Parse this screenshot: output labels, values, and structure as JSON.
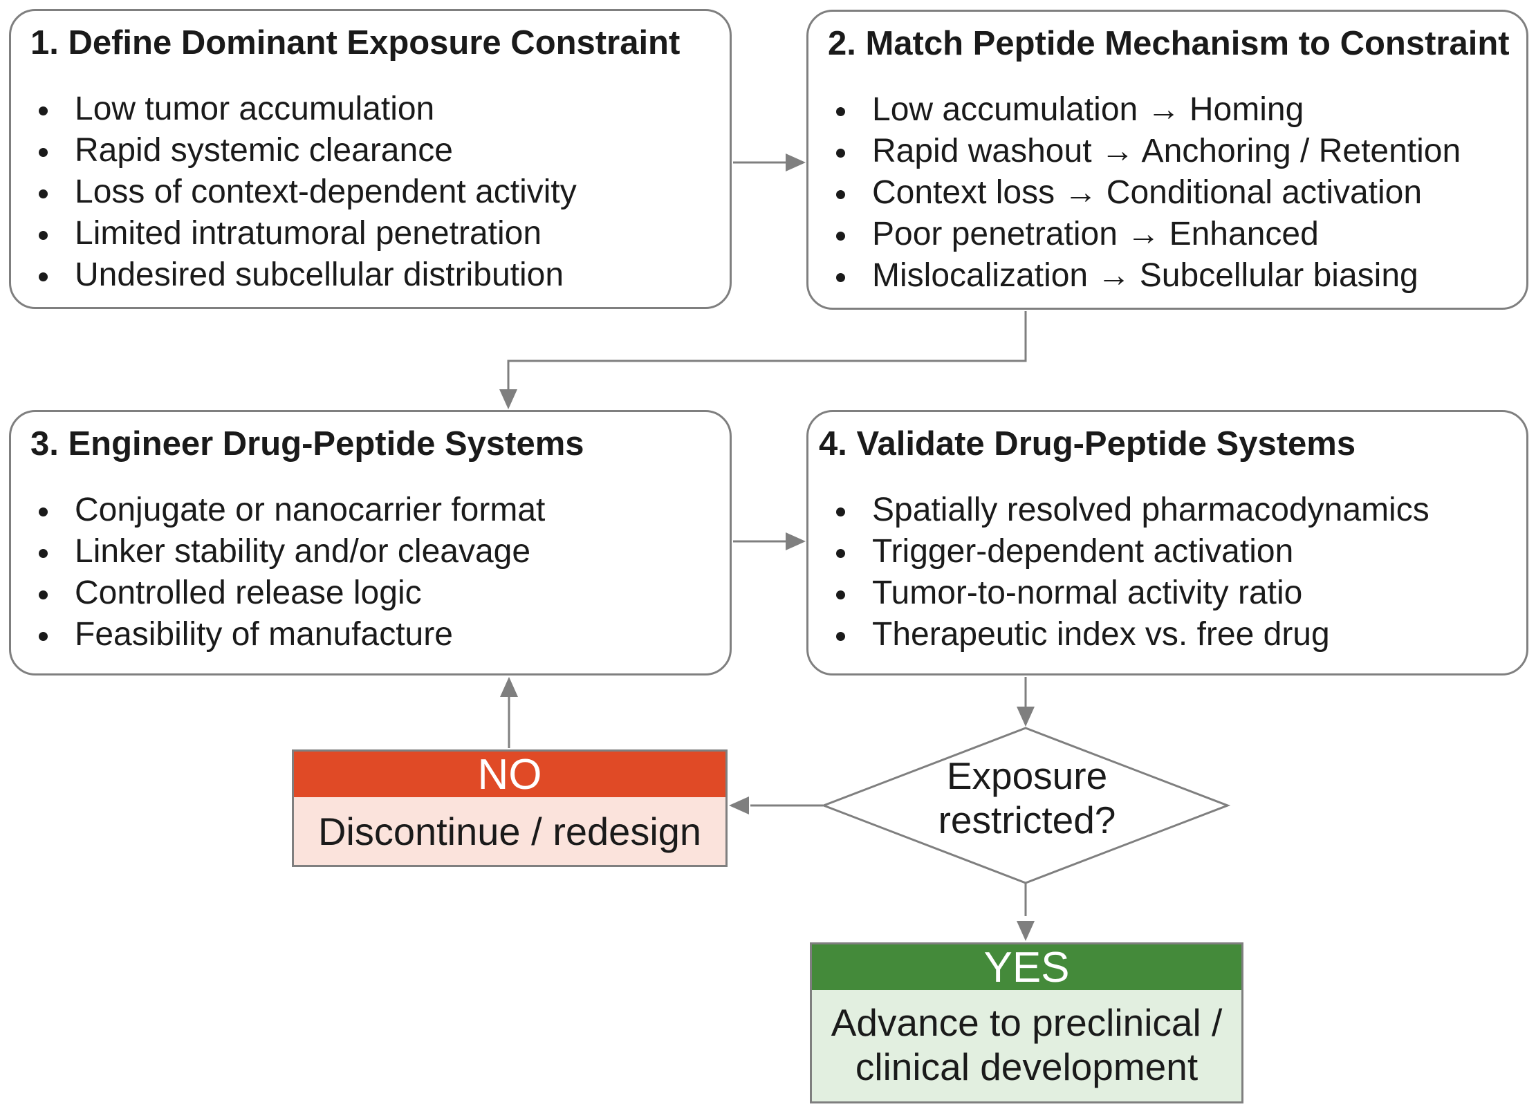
{
  "steps": [
    {
      "title": "1. Define Dominant Exposure Constraint",
      "items": [
        "Low tumor accumulation",
        "Rapid systemic clearance",
        "Loss of context-dependent activity",
        "Limited intratumoral penetration",
        "Undesired subcellular distribution"
      ]
    },
    {
      "title": "2. Match Peptide Mechanism to Constraint",
      "items": [
        "Low accumulation → Homing",
        "Rapid washout → Anchoring / Retention",
        "Context loss → Conditional activation",
        "Poor penetration → Enhanced",
        "Mislocalization → Subcellular biasing"
      ]
    },
    {
      "title": "3. Engineer Drug-Peptide Systems",
      "items": [
        "Conjugate or nanocarrier format",
        "Linker stability and/or cleavage",
        "Controlled release logic",
        "Feasibility of manufacture"
      ]
    },
    {
      "title": "4.  Validate Drug-Peptide Systems",
      "items": [
        "Spatially resolved pharmacodynamics",
        "Trigger-dependent activation",
        "Tumor-to-normal activity ratio",
        "Therapeutic index vs. free drug"
      ]
    }
  ],
  "decision": {
    "line1": "Exposure",
    "line2": "restricted?"
  },
  "no_outcome": {
    "label": "NO",
    "text": "Discontinue / redesign",
    "header_color": "#e04a26",
    "body_color": "#fbe3dc"
  },
  "yes_outcome": {
    "label": "YES",
    "line1": "Advance to preclinical /",
    "line2": "clinical development",
    "header_color": "#448a3a",
    "body_color": "#e2efe0"
  },
  "colors": {
    "border": "#7f7f7f",
    "text": "#1a1a1a"
  }
}
